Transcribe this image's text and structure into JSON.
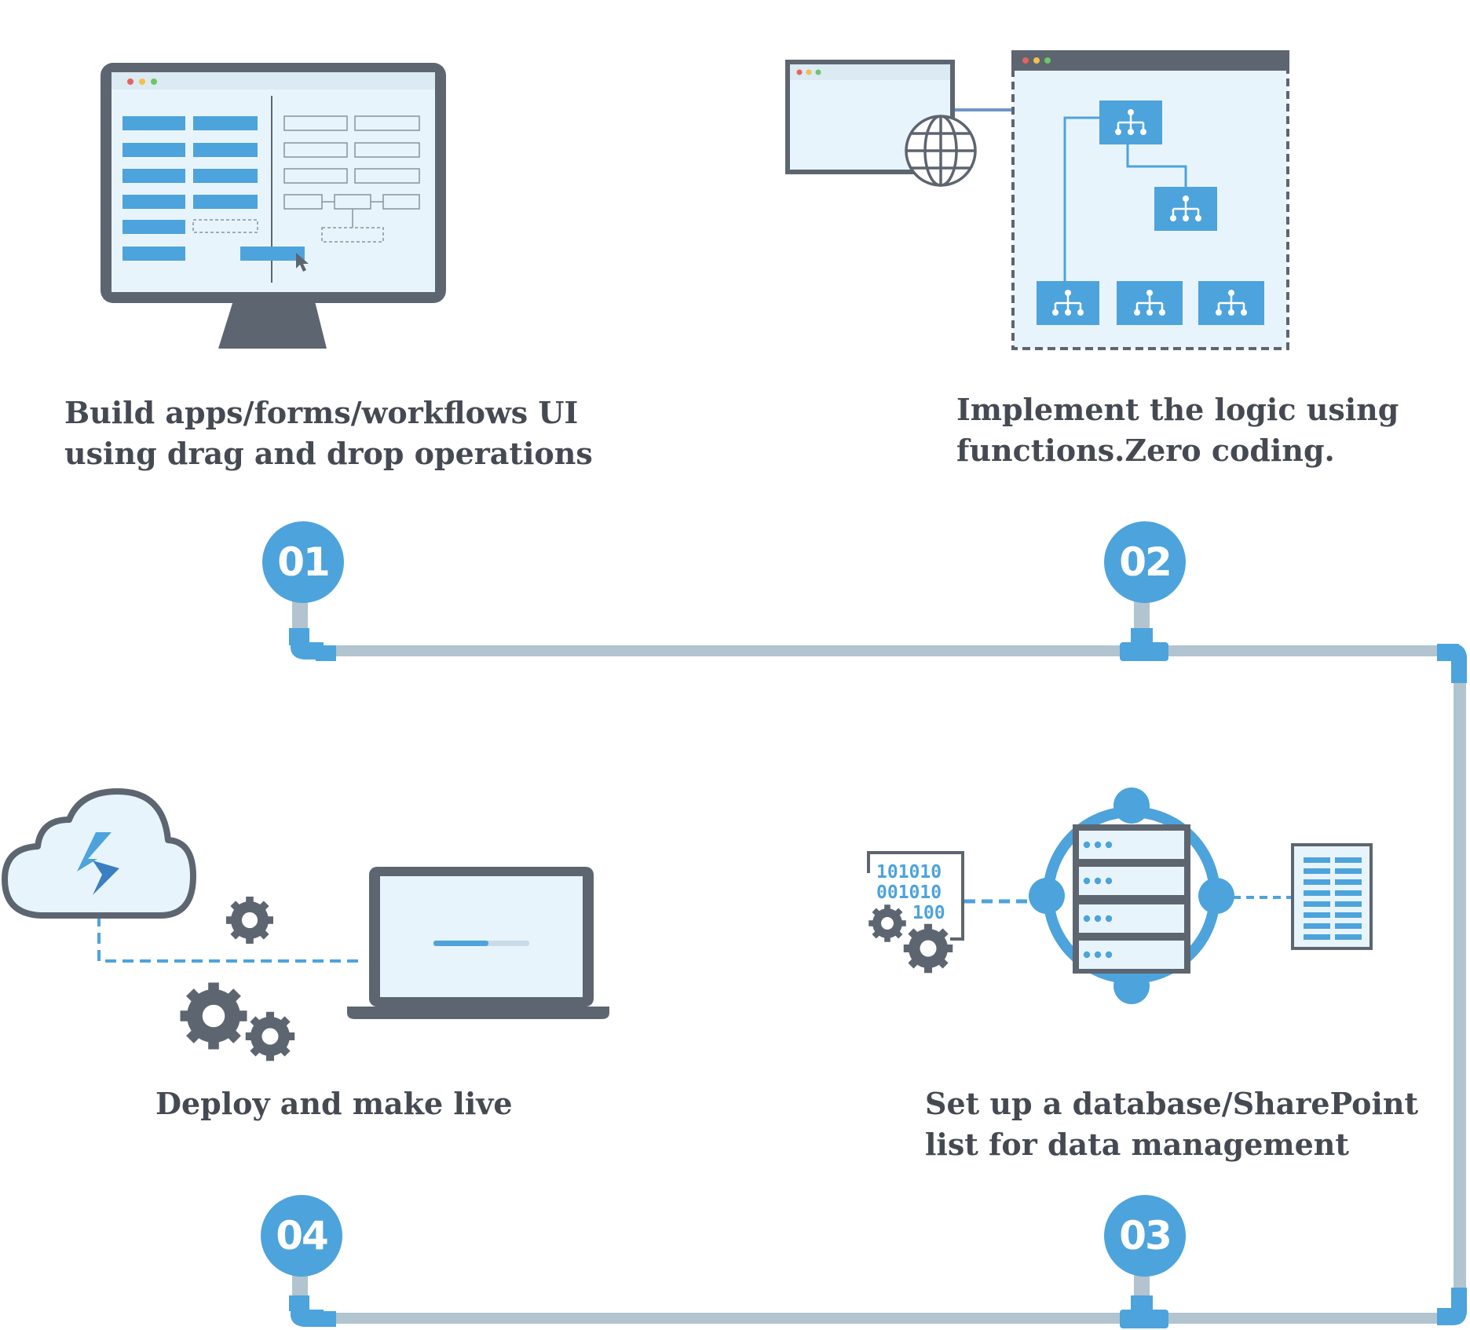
{
  "steps": [
    {
      "number": "01",
      "lines": [
        "Build apps/forms/workflows UI",
        "using drag and drop operations"
      ]
    },
    {
      "number": "02",
      "lines": [
        "Implement the logic using",
        "functions.Zero coding."
      ]
    },
    {
      "number": "03",
      "lines": [
        "Set up a database/SharePoint",
        "list for data management"
      ]
    },
    {
      "number": "04",
      "lines": [
        "Deploy and make live"
      ]
    }
  ],
  "illustrations": {
    "binary_lines": [
      "101010",
      "001010",
      "100"
    ]
  },
  "icons": [
    "monitor-icon",
    "browser-window-icon",
    "globe-icon",
    "sitemap-icon",
    "cloud-icon",
    "gear-icon",
    "laptop-icon",
    "server-icon",
    "document-icon"
  ],
  "colors": {
    "accent": "#4da3dc",
    "dark": "#5d6570",
    "text": "#454a52",
    "pipe": "#b1c4cf",
    "panel": "#e8f4fb"
  }
}
